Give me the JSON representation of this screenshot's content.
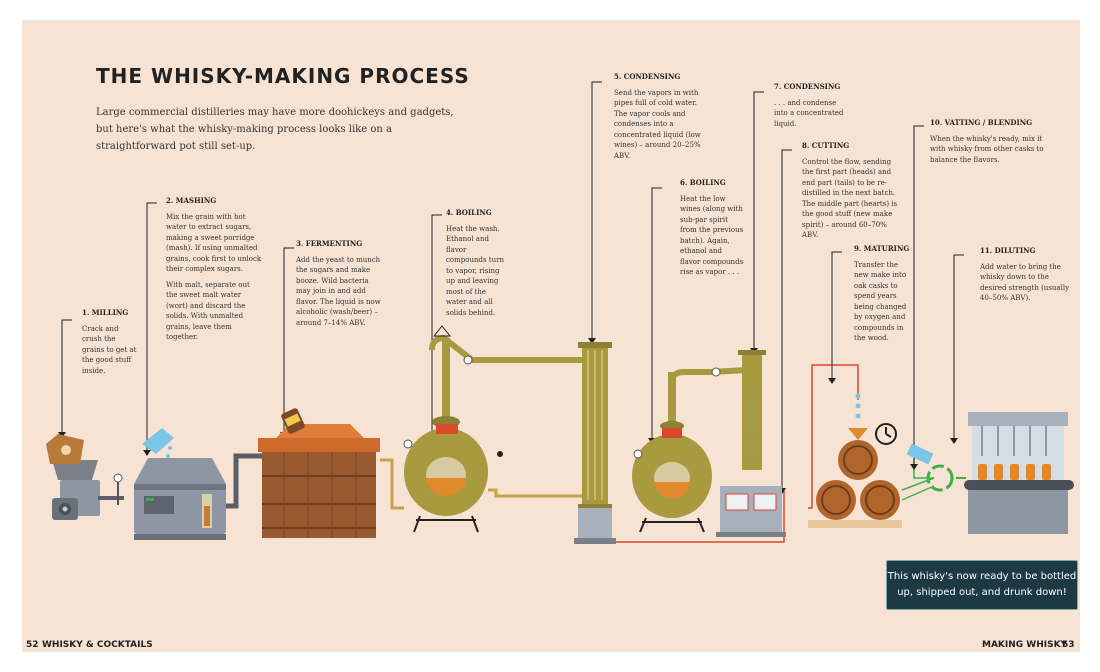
{
  "page": {
    "title": "THE WHISKY-MAKING PROCESS",
    "intro": "Large commercial distilleries may have more doohickeys and gadgets, but here's what the whisky-making process looks like on a straightforward pot still set-up."
  },
  "steps": [
    {
      "heading": "1. MILLING",
      "paragraphs": [
        "Crack and crush the grains to get at the good stuff inside."
      ]
    },
    {
      "heading": "2. MASHING",
      "paragraphs": [
        "Mix the grain with hot water to extract sugars, making a sweet porridge (mash). If using unmalted grains, cook first to unlock their complex sugars.",
        "With malt, separate out the sweet malt water (wort) and discard the solids. With unmalted grains, leave them together."
      ]
    },
    {
      "heading": "3. FERMENTING",
      "paragraphs": [
        "Add the yeast to munch the sugars and make booze. Wild bacteria may join in and add flavor. The liquid is now alcoholic (wash/beer) – around 7–14% ABV."
      ]
    },
    {
      "heading": "4. BOILING",
      "paragraphs": [
        "Heat the wash. Ethanol and flavor compounds turn to vapor, rising up and leaving most of the water and all solids behind."
      ]
    },
    {
      "heading": "5. CONDENSING",
      "paragraphs": [
        "Send the vapors in with pipes full of cold water. The vapor cools and condenses into a concentrated liquid (low wines) – around 20–25% ABV."
      ]
    },
    {
      "heading": "6. BOILING",
      "paragraphs": [
        "Heat the low wines (along with sub-par spirit from the previous batch). Again, ethanol and flavor compounds rise as vapor . . ."
      ]
    },
    {
      "heading": "7. CONDENSING",
      "paragraphs": [
        ". . . and condense into a concentrated liquid."
      ]
    },
    {
      "heading": "8. CUTTING",
      "paragraphs": [
        "Control the flow, sending the first part (heads) and end part (tails) to be re-distilled in the next batch. The middle part (hearts) is the good stuff (new make spirit) – around 60–70% ABV."
      ]
    },
    {
      "heading": "9. MATURING",
      "paragraphs": [
        "Transfer the new make into oak casks to spend years being changed by oxygen and compounds in the wood."
      ]
    },
    {
      "heading": "10. VATTING / BLENDING",
      "paragraphs": [
        "When the whisky's ready, mix it with whisky from other casks to balance the flavors."
      ]
    },
    {
      "heading": "11. DILUTING",
      "paragraphs": [
        "Add water to bring the whisky down to the desired strength (usually 40–50% ABV)."
      ]
    }
  ],
  "callout": "This whisky's now ready to be bottled up, shipped out, and drunk down!",
  "footer": {
    "left_page": "52",
    "left_title": "WHISKY & COCKTAILS",
    "right_title": "MAKING WHISKY",
    "right_page": "53"
  },
  "colors": {
    "background": "#f7e3d4",
    "copper": "#c77a3a",
    "brass": "#a89a3e",
    "steel": "#8e96a3",
    "callout": "#1d3a44",
    "flow_red": "#d9492b",
    "flow_green": "#3fae49"
  },
  "icons": [
    "grain-sack-icon",
    "water-jug-icon",
    "yeast-jar-icon",
    "clock-icon",
    "pressure-gauge-icon",
    "water-drop-icon"
  ]
}
